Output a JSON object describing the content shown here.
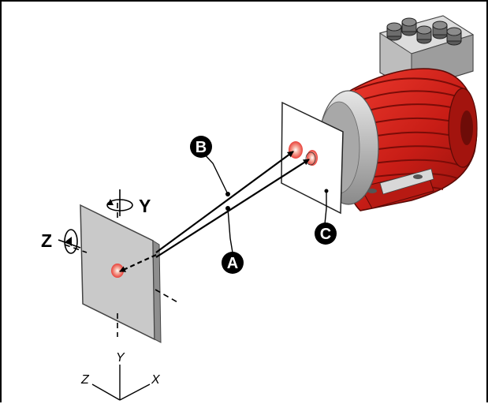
{
  "callouts": {
    "a": "A",
    "b": "B",
    "c": "C"
  },
  "axes": {
    "rotation_y": "Y",
    "rotation_z": "Z",
    "triad_y": "Y",
    "triad_x": "X",
    "triad_z": "Z"
  },
  "colors": {
    "motor_red": "#d8231d",
    "panel_gray": "#c9c9c9",
    "laser_spot": "#e8413a"
  }
}
